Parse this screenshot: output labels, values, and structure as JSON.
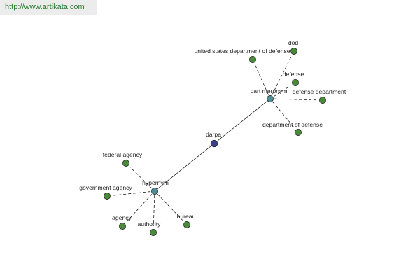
{
  "source_link": "http://www.artikata.com",
  "colors": {
    "word_node": "#3a3f8a",
    "relation_node": "#4f8c94",
    "leaf_node": "#4a8a3a",
    "edge": "#000000",
    "link_text": "#2e7d32",
    "banner_bg": "#ececec"
  },
  "graph": {
    "center_word": "darpa",
    "relations": [
      {
        "label": "part meronym",
        "terms": [
          "united states department of defense",
          "dod",
          "defense",
          "defense department",
          "department of defense"
        ]
      },
      {
        "label": "hypernym",
        "terms": [
          "federal agency",
          "government agency",
          "agency",
          "authority",
          "bureau"
        ]
      }
    ]
  }
}
